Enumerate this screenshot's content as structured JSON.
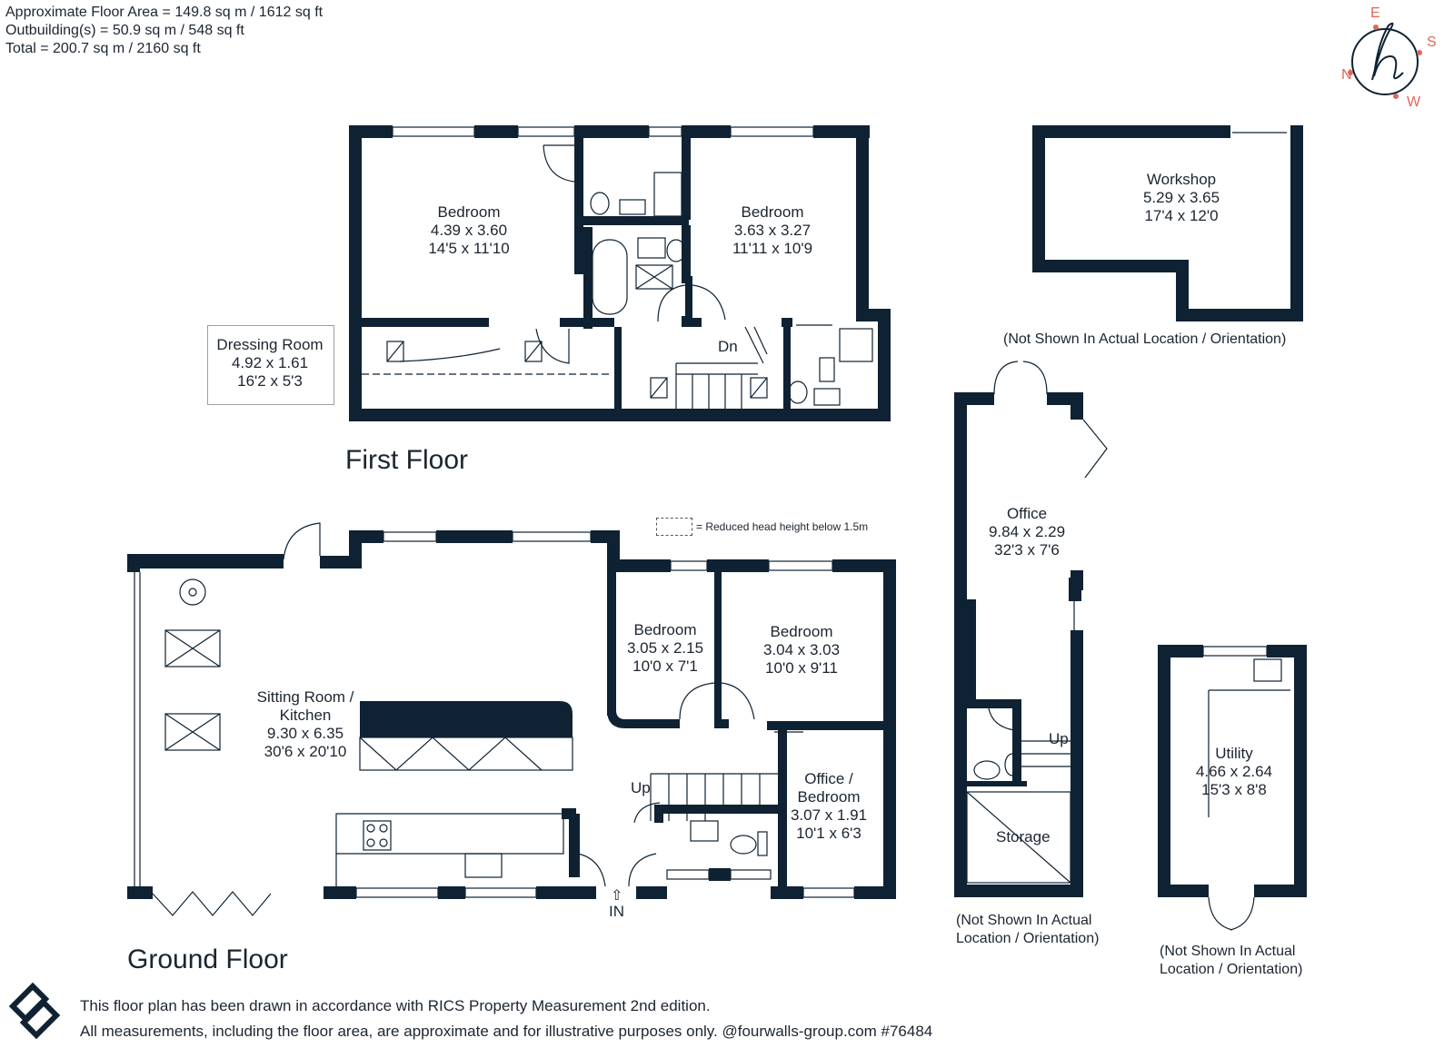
{
  "summary": {
    "floor_area": "Approximate Floor Area = 149.8 sq m / 1612 sq ft",
    "outbuildings": "Outbuilding(s) = 50.9 sq m / 548 sq ft",
    "total": "Total = 200.7 sq m / 2160 sq ft"
  },
  "compass": {
    "e": "E",
    "s": "S",
    "n": "N",
    "w": "W",
    "logo": "h"
  },
  "first_floor": {
    "title": "First Floor",
    "rooms": {
      "bedroom1": {
        "name": "Bedroom",
        "metric": "4.39 x 3.60",
        "imperial": "14'5 x 11'10"
      },
      "bedroom2": {
        "name": "Bedroom",
        "metric": "3.63 x 3.27",
        "imperial": "11'11 x 10'9"
      },
      "dressing": {
        "name": "Dressing Room",
        "metric": "4.92 x 1.61",
        "imperial": "16'2 x 5'3"
      }
    },
    "stairs_label": "Dn"
  },
  "ground_floor": {
    "title": "Ground Floor",
    "rooms": {
      "sitting": {
        "name1": "Sitting Room /",
        "name2": "Kitchen",
        "metric": "9.30 x 6.35",
        "imperial": "30'6 x 20'10"
      },
      "bedroom3": {
        "name": "Bedroom",
        "metric": "3.05 x 2.15",
        "imperial": "10'0 x 7'1"
      },
      "bedroom4": {
        "name": "Bedroom",
        "metric": "3.04 x 3.03",
        "imperial": "10'0 x 9'11"
      },
      "office": {
        "name1": "Office /",
        "name2": "Bedroom",
        "metric": "3.07 x 1.91",
        "imperial": "10'1 x 6'3"
      }
    },
    "stairs_label": "Up",
    "entrance_label": "IN"
  },
  "legend": {
    "text": "= Reduced head height below 1.5m"
  },
  "workshop": {
    "name": "Workshop",
    "metric": "5.29 x 3.65",
    "imperial": "17'4 x 12'0",
    "note": "(Not Shown In Actual Location / Orientation)"
  },
  "office_outbuilding": {
    "name": "Office",
    "metric": "9.84 x 2.29",
    "imperial": "32'3 x 7'6",
    "storage": "Storage",
    "stairs_label": "Up",
    "note1": "(Not Shown In Actual",
    "note2": "Location / Orientation)"
  },
  "utility": {
    "name": "Utility",
    "metric": "4.66 x 2.64",
    "imperial": "15'3 x 8'8",
    "note1": "(Not Shown In Actual",
    "note2": "Location / Orientation)"
  },
  "footer": {
    "line1": "This floor plan has been drawn in accordance with RICS Property Measurement 2nd edition.",
    "line2": "All measurements, including the floor area, are approximate and for illustrative purposes only. @fourwalls-group.com #76484"
  },
  "colors": {
    "wall": "#0f2233",
    "accent": "#e0665a",
    "text": "#1c2530"
  }
}
